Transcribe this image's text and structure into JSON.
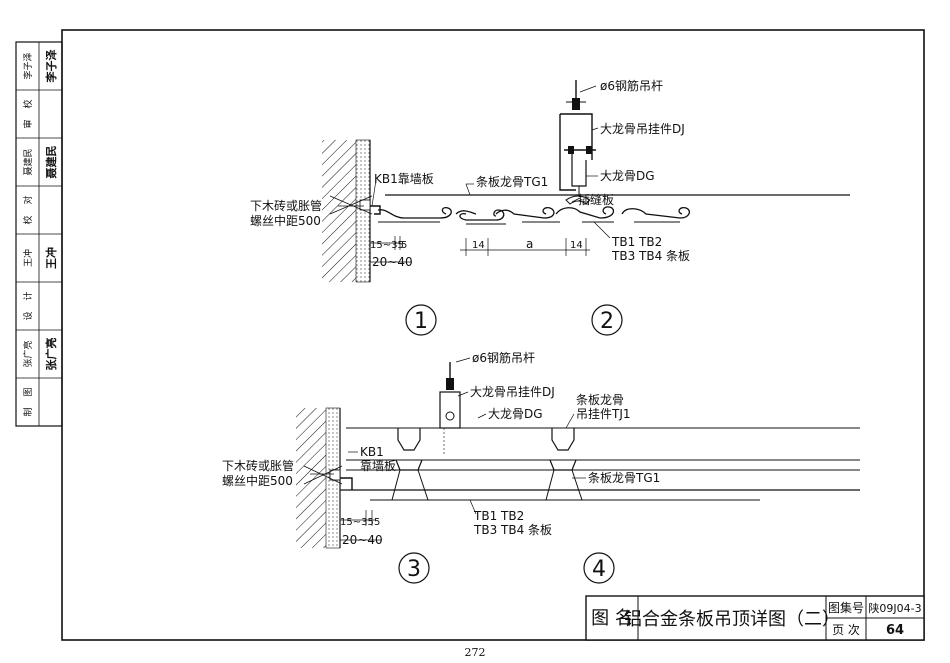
{
  "sidebar": {
    "rows": [
      {
        "label": "李子泽",
        "sig": "李子泽"
      },
      {
        "label": "校",
        "sig": ""
      },
      {
        "label": "审",
        "sig": ""
      },
      {
        "label": "聂建民",
        "sig": "聂建民"
      },
      {
        "label": "对",
        "sig": ""
      },
      {
        "label": "校",
        "sig": ""
      },
      {
        "label": "王冲",
        "sig": "王冲"
      },
      {
        "label": "计",
        "sig": ""
      },
      {
        "label": "设",
        "sig": ""
      },
      {
        "label": "张广亮",
        "sig": "张广亮"
      },
      {
        "label": "图",
        "sig": ""
      },
      {
        "label": "制",
        "sig": ""
      }
    ]
  },
  "details": {
    "d1": {
      "number": "1",
      "wall_panel": "KB1靠墙板",
      "fixing_line1": "下木砖或胀管",
      "fixing_line2": "螺丝中距500",
      "dim_top": "15~35",
      "dim_5": "5",
      "dim_bottom": "20~40"
    },
    "d2": {
      "number": "2",
      "rod": "ø6钢筋吊杆",
      "hanger": "大龙骨吊挂件DJ",
      "main_keel": "大龙骨DG",
      "strip_keel": "条板龙骨TG1",
      "insert": "插缝板",
      "dim14a": "14",
      "dim_a": "a",
      "dim14b": "14",
      "panels1": "TB1 TB2",
      "panels2": "TB3 TB4 条板"
    },
    "d3": {
      "number": "3",
      "wall1": "KB1",
      "wall2": "靠墙板",
      "fixing_line1": "下木砖或胀管",
      "fixing_line2": "螺丝中距500",
      "dim_top": "15~35",
      "dim_5": "5",
      "dim_bottom": "20~40",
      "panels1": "TB1 TB2",
      "panels2": "TB3 TB4 条板"
    },
    "d4": {
      "number": "4",
      "rod": "ø6钢筋吊杆",
      "hanger": "大龙骨吊挂件DJ",
      "main_keel": "大龙骨DG",
      "strip_hanger1": "条板龙骨",
      "strip_hanger2": "吊挂件TJ1",
      "strip_keel": "条板龙骨TG1"
    }
  },
  "title_block": {
    "name_label": "图  名",
    "title": "铝合金条板吊顶详图（二）",
    "atlas_label": "图集号",
    "atlas_value": "陕09J04-3",
    "page_label": "页  次",
    "page_value": "64"
  },
  "page_number": "272"
}
